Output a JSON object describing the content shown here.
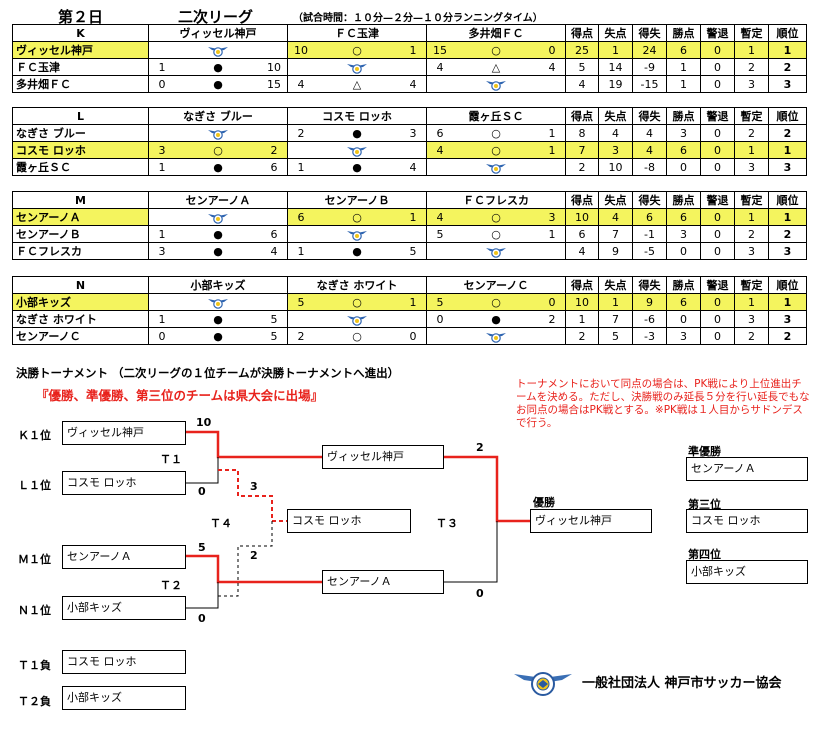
{
  "header": {
    "day": "第２日",
    "league": "二次リーグ",
    "note": "（試合時間：１０分—２分—１０分ランニングタイム）"
  },
  "stat_headers": [
    "得点",
    "失点",
    "得失",
    "勝点",
    "警退",
    "暫定",
    "順位"
  ],
  "groups": [
    {
      "name": "K",
      "teams": [
        "ヴィッセル神戸",
        "ＦＣ玉津",
        "多井畑ＦＣ"
      ],
      "rows": [
        {
          "team": "ヴィッセル神戸",
          "winner": true,
          "cells": [
            {
              "t": "emblem"
            },
            {
              "a": "10",
              "m": "○",
              "b": "1"
            },
            {
              "a": "15",
              "m": "○",
              "b": "0"
            }
          ],
          "stats": [
            "25",
            "1",
            "24",
            "6",
            "0",
            "1",
            "1"
          ]
        },
        {
          "team": "ＦＣ玉津",
          "winner": false,
          "cells": [
            {
              "a": "1",
              "m": "●",
              "b": "10"
            },
            {
              "t": "emblem"
            },
            {
              "a": "4",
              "m": "△",
              "b": "4"
            }
          ],
          "stats": [
            "5",
            "14",
            "-9",
            "1",
            "0",
            "2",
            "2"
          ]
        },
        {
          "team": "多井畑ＦＣ",
          "winner": false,
          "cells": [
            {
              "a": "0",
              "m": "●",
              "b": "15"
            },
            {
              "a": "4",
              "m": "△",
              "b": "4"
            },
            {
              "t": "emblem"
            }
          ],
          "stats": [
            "4",
            "19",
            "-15",
            "1",
            "0",
            "3",
            "3"
          ]
        }
      ]
    },
    {
      "name": "L",
      "teams": [
        "なぎさ ブルー",
        "コスモ ロッホ",
        "霞ヶ丘ＳＣ"
      ],
      "rows": [
        {
          "team": "なぎさ ブルー",
          "winner": false,
          "cells": [
            {
              "t": "emblem"
            },
            {
              "a": "2",
              "m": "●",
              "b": "3"
            },
            {
              "a": "6",
              "m": "○",
              "b": "1"
            }
          ],
          "stats": [
            "8",
            "4",
            "4",
            "3",
            "0",
            "2",
            "2"
          ]
        },
        {
          "team": "コスモ ロッホ",
          "winner": true,
          "cells": [
            {
              "a": "3",
              "m": "○",
              "b": "2"
            },
            {
              "t": "emblem"
            },
            {
              "a": "4",
              "m": "○",
              "b": "1"
            }
          ],
          "stats": [
            "7",
            "3",
            "4",
            "6",
            "0",
            "1",
            "1"
          ]
        },
        {
          "team": "霞ヶ丘ＳＣ",
          "winner": false,
          "cells": [
            {
              "a": "1",
              "m": "●",
              "b": "6"
            },
            {
              "a": "1",
              "m": "●",
              "b": "4"
            },
            {
              "t": "emblem"
            }
          ],
          "stats": [
            "2",
            "10",
            "-8",
            "0",
            "0",
            "3",
            "3"
          ]
        }
      ]
    },
    {
      "name": "M",
      "teams": [
        "センアーノＡ",
        "センアーノＢ",
        "ＦＣフレスカ"
      ],
      "rows": [
        {
          "team": "センアーノＡ",
          "winner": true,
          "cells": [
            {
              "t": "emblem"
            },
            {
              "a": "6",
              "m": "○",
              "b": "1"
            },
            {
              "a": "4",
              "m": "○",
              "b": "3"
            }
          ],
          "stats": [
            "10",
            "4",
            "6",
            "6",
            "0",
            "1",
            "1"
          ]
        },
        {
          "team": "センアーノＢ",
          "winner": false,
          "cells": [
            {
              "a": "1",
              "m": "●",
              "b": "6"
            },
            {
              "t": "emblem"
            },
            {
              "a": "5",
              "m": "○",
              "b": "1"
            }
          ],
          "stats": [
            "6",
            "7",
            "-1",
            "3",
            "0",
            "2",
            "2"
          ]
        },
        {
          "team": "ＦＣフレスカ",
          "winner": false,
          "cells": [
            {
              "a": "3",
              "m": "●",
              "b": "4"
            },
            {
              "a": "1",
              "m": "●",
              "b": "5"
            },
            {
              "t": "emblem"
            }
          ],
          "stats": [
            "4",
            "9",
            "-5",
            "0",
            "0",
            "3",
            "3"
          ]
        }
      ]
    },
    {
      "name": "N",
      "teams": [
        "小部キッズ",
        "なぎさ ホワイト",
        "センアーノＣ"
      ],
      "rows": [
        {
          "team": "小部キッズ",
          "winner": true,
          "cells": [
            {
              "t": "emblem"
            },
            {
              "a": "5",
              "m": "○",
              "b": "1"
            },
            {
              "a": "5",
              "m": "○",
              "b": "0"
            }
          ],
          "stats": [
            "10",
            "1",
            "9",
            "6",
            "0",
            "1",
            "1"
          ]
        },
        {
          "team": "なぎさ ホワイト",
          "winner": false,
          "cells": [
            {
              "a": "1",
              "m": "●",
              "b": "5"
            },
            {
              "t": "emblem"
            },
            {
              "a": "0",
              "m": "●",
              "b": "2"
            }
          ],
          "stats": [
            "1",
            "7",
            "-6",
            "0",
            "0",
            "3",
            "3"
          ]
        },
        {
          "team": "センアーノＣ",
          "winner": false,
          "cells": [
            {
              "a": "0",
              "m": "●",
              "b": "5"
            },
            {
              "a": "2",
              "m": "○",
              "b": "0"
            },
            {
              "t": "emblem"
            }
          ],
          "stats": [
            "2",
            "5",
            "-3",
            "3",
            "0",
            "2",
            "2"
          ]
        }
      ]
    }
  ],
  "tournament": {
    "title": "決勝トーナメント （二次リーグの１位チームが決勝トーナメントへ進出）",
    "red_note": "『優勝、準優勝、第三位のチームは県大会に出場』",
    "rule_note": "トーナメントにおいて同点の場合は、PK戦により上位進出チームを決める。ただし、決勝戦のみ延長５分を行い延長でもなお同点の場合はPK戦とする。※PK戦は１人目からサドンデスで行う。",
    "seeds": [
      {
        "label": "Ｋ１位",
        "team": "ヴィッセル神戸"
      },
      {
        "label": "Ｌ１位",
        "team": "コスモ ロッホ"
      },
      {
        "label": "Ｍ１位",
        "team": "センアーノＡ"
      },
      {
        "label": "Ｎ１位",
        "team": "小部キッズ"
      }
    ],
    "losers": [
      {
        "label": "Ｔ１負",
        "team": "コスモ ロッホ"
      },
      {
        "label": "Ｔ２負",
        "team": "小部キッズ"
      }
    ],
    "matches": {
      "t1": {
        "label": "Ｔ１",
        "winner": "ヴィッセル神戸",
        "score_top": "10",
        "score_bottom": "0"
      },
      "t2": {
        "label": "Ｔ２",
        "winner": "センアーノＡ",
        "score_top": "5",
        "score_bottom": "0"
      },
      "t4": {
        "label": "Ｔ４",
        "winner": "コスモ ロッホ",
        "score_top": "3",
        "score_bottom": "2"
      },
      "t3": {
        "label": "Ｔ３",
        "winner": "ヴィッセル神戸",
        "score_top": "2",
        "score_bottom": "0"
      }
    },
    "results": {
      "champion_label": "優勝",
      "champion": "ヴィッセル神戸",
      "runner_up_label": "準優勝",
      "runner_up": "センアーノＡ",
      "third_label": "第三位",
      "third": "コスモ ロッホ",
      "fourth_label": "第四位",
      "fourth": "小部キッズ"
    }
  },
  "footer": {
    "org": "一般社団法人 神戸市サッカー協会"
  },
  "colors": {
    "highlight": "#f4f45e",
    "bracket_win": "#e8221c",
    "note_red": "#e8221c"
  }
}
